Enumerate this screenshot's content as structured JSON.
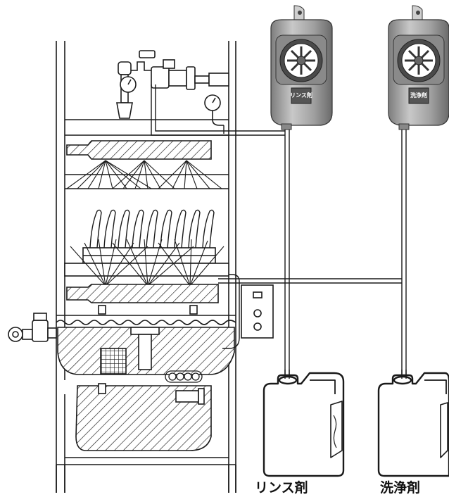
{
  "labels": {
    "rinse_agent": "リンス剤",
    "detergent": "洗浄剤"
  },
  "pumps": {
    "rinse_tag": "リンス剤",
    "detergent_tag": "洗浄剤"
  },
  "colors": {
    "line": "#1a1a1a",
    "pump_body": "#9a9a9a",
    "pump_dark": "#555555",
    "background": "#ffffff"
  }
}
